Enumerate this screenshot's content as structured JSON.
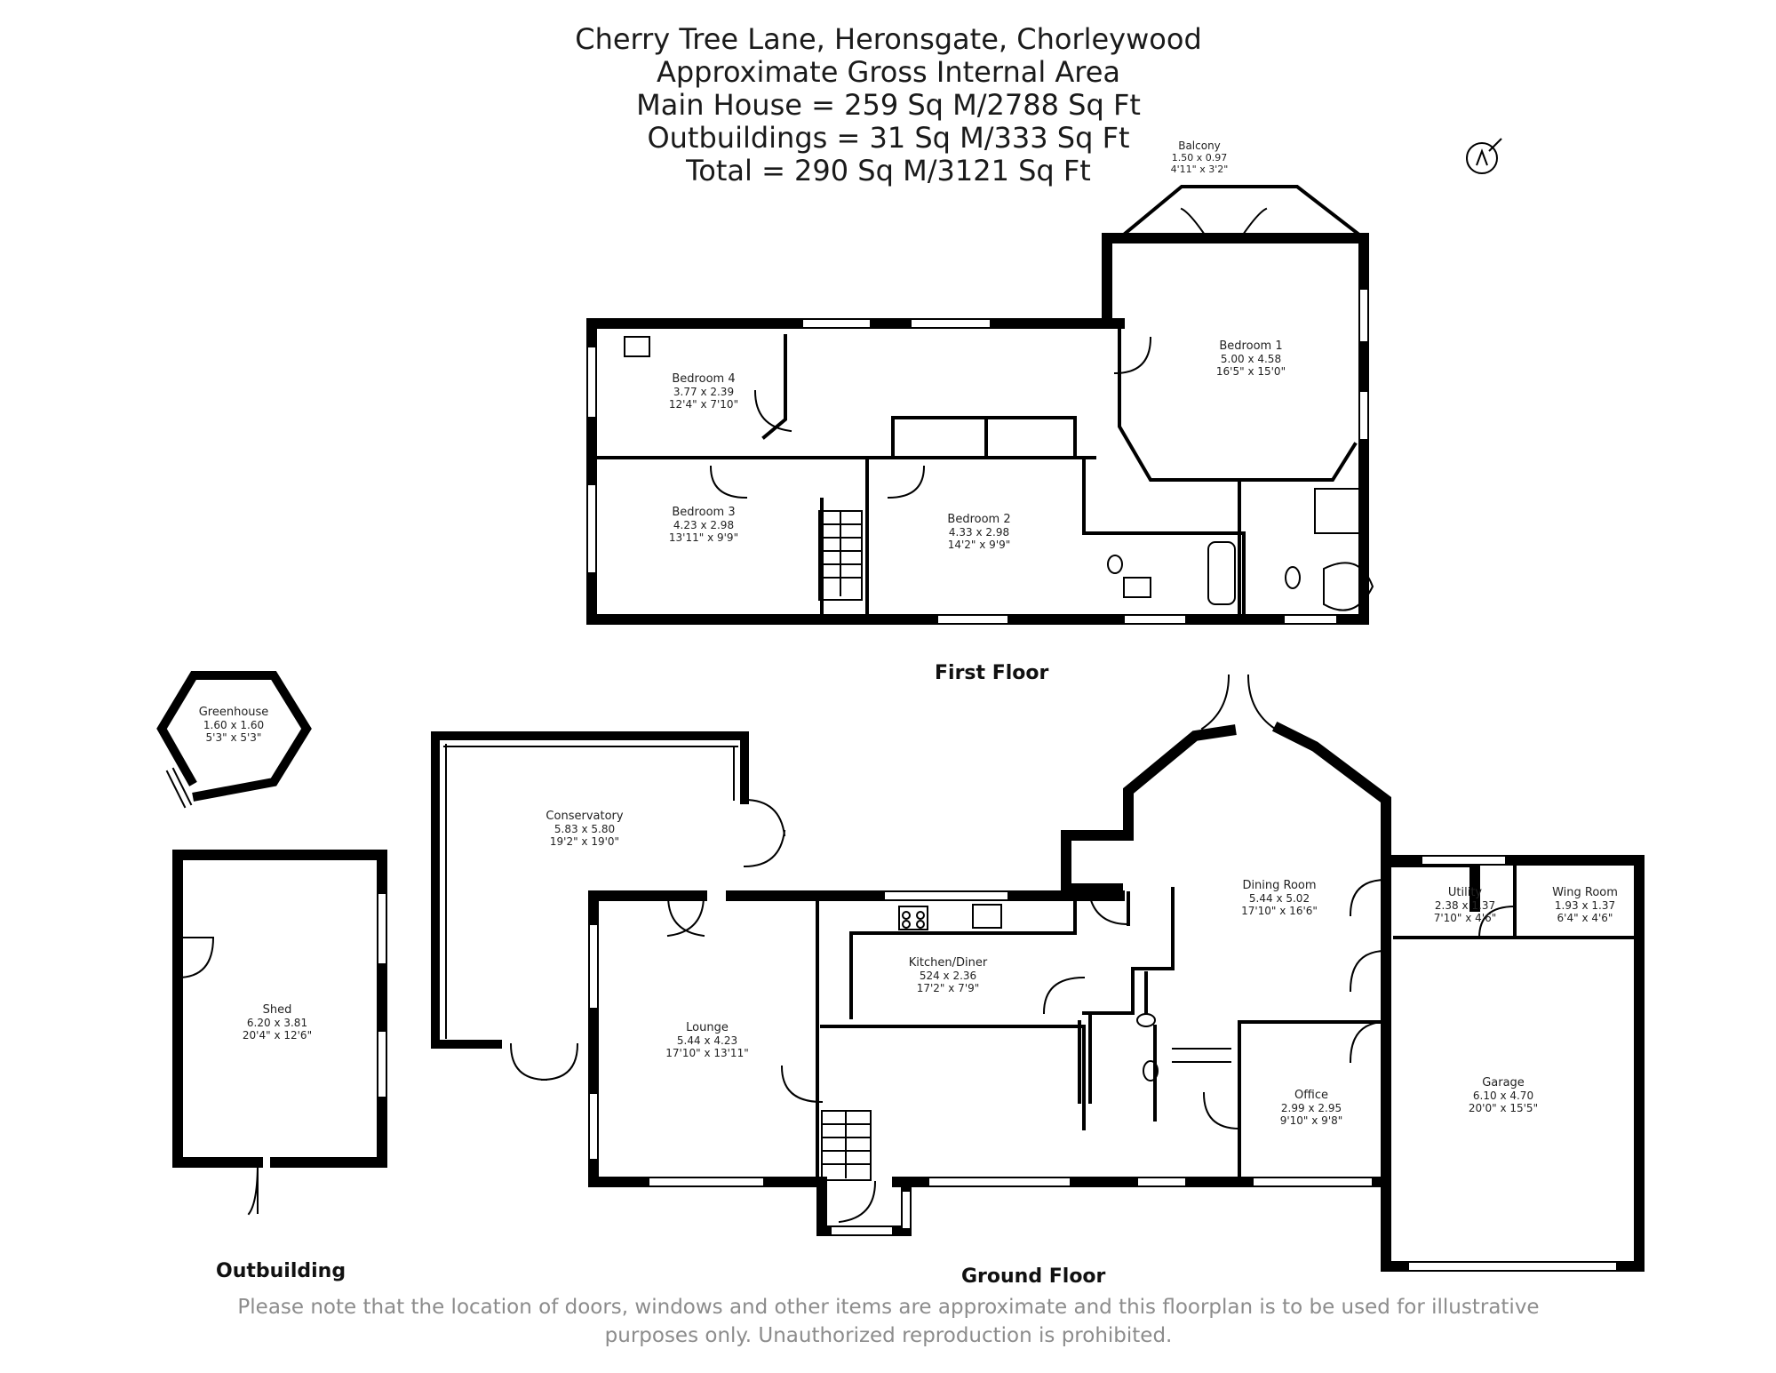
{
  "header": {
    "line1": "Cherry Tree Lane, Heronsgate, Chorleywood",
    "line2": "Approximate Gross Internal Area",
    "line3": "Main House = 259 Sq M/2788 Sq Ft",
    "line4": "Outbuildings = 31 Sq M/333 Sq Ft",
    "line5": "Total = 290 Sq M/3121 Sq Ft"
  },
  "floors": {
    "first": "First Floor",
    "ground": "Ground Floor",
    "outbuilding": "Outbuilding"
  },
  "rooms": {
    "balcony": {
      "name": "Balcony",
      "metric": "1.50 x 0.97",
      "imperial": "4'11\" x 3'2\""
    },
    "bedroom1": {
      "name": "Bedroom 1",
      "metric": "5.00 x 4.58",
      "imperial": "16'5\" x 15'0\""
    },
    "bedroom2": {
      "name": "Bedroom 2",
      "metric": "4.33 x 2.98",
      "imperial": "14'2\" x 9'9\""
    },
    "bedroom3": {
      "name": "Bedroom 3",
      "metric": "4.23 x 2.98",
      "imperial": "13'11\" x 9'9\""
    },
    "bedroom4": {
      "name": "Bedroom 4",
      "metric": "3.77 x 2.39",
      "imperial": "12'4\" x 7'10\""
    },
    "greenhouse": {
      "name": "Greenhouse",
      "metric": "1.60 x 1.60",
      "imperial": "5'3\" x 5'3\""
    },
    "shed": {
      "name": "Shed",
      "metric": "6.20 x 3.81",
      "imperial": "20'4\" x 12'6\""
    },
    "conservatory": {
      "name": "Conservatory",
      "metric": "5.83 x 5.80",
      "imperial": "19'2\" x 19'0\""
    },
    "lounge": {
      "name": "Lounge",
      "metric": "5.44 x 4.23",
      "imperial": "17'10\" x 13'11\""
    },
    "kitchen": {
      "name": "Kitchen/Diner",
      "metric": "524 x 2.36",
      "imperial": "17'2\" x 7'9\""
    },
    "dining": {
      "name": "Dining Room",
      "metric": "5.44 x 5.02",
      "imperial": "17'10\" x 16'6\""
    },
    "utility": {
      "name": "Utility",
      "metric": "2.38 x 1.37",
      "imperial": "7'10\" x 4'6\""
    },
    "wing": {
      "name": "Wing Room",
      "metric": "1.93 x 1.37",
      "imperial": "6'4\" x 4'6\""
    },
    "office": {
      "name": "Office",
      "metric": "2.99 x 2.95",
      "imperial": "9'10\" x 9'8\""
    },
    "garage": {
      "name": "Garage",
      "metric": "6.10 x 4.70",
      "imperial": "20'0\" x 15'5\""
    }
  },
  "disclaimer": {
    "line1": "Please note that the location of doors, windows and other items are approximate and this floorplan is to be used for illustrative",
    "line2": "purposes only. Unauthorized reproduction is prohibited."
  },
  "colors": {
    "wall": "#000000",
    "window": "#ffffff",
    "text": "#222222",
    "disclaimer": "#8c8c8c"
  }
}
